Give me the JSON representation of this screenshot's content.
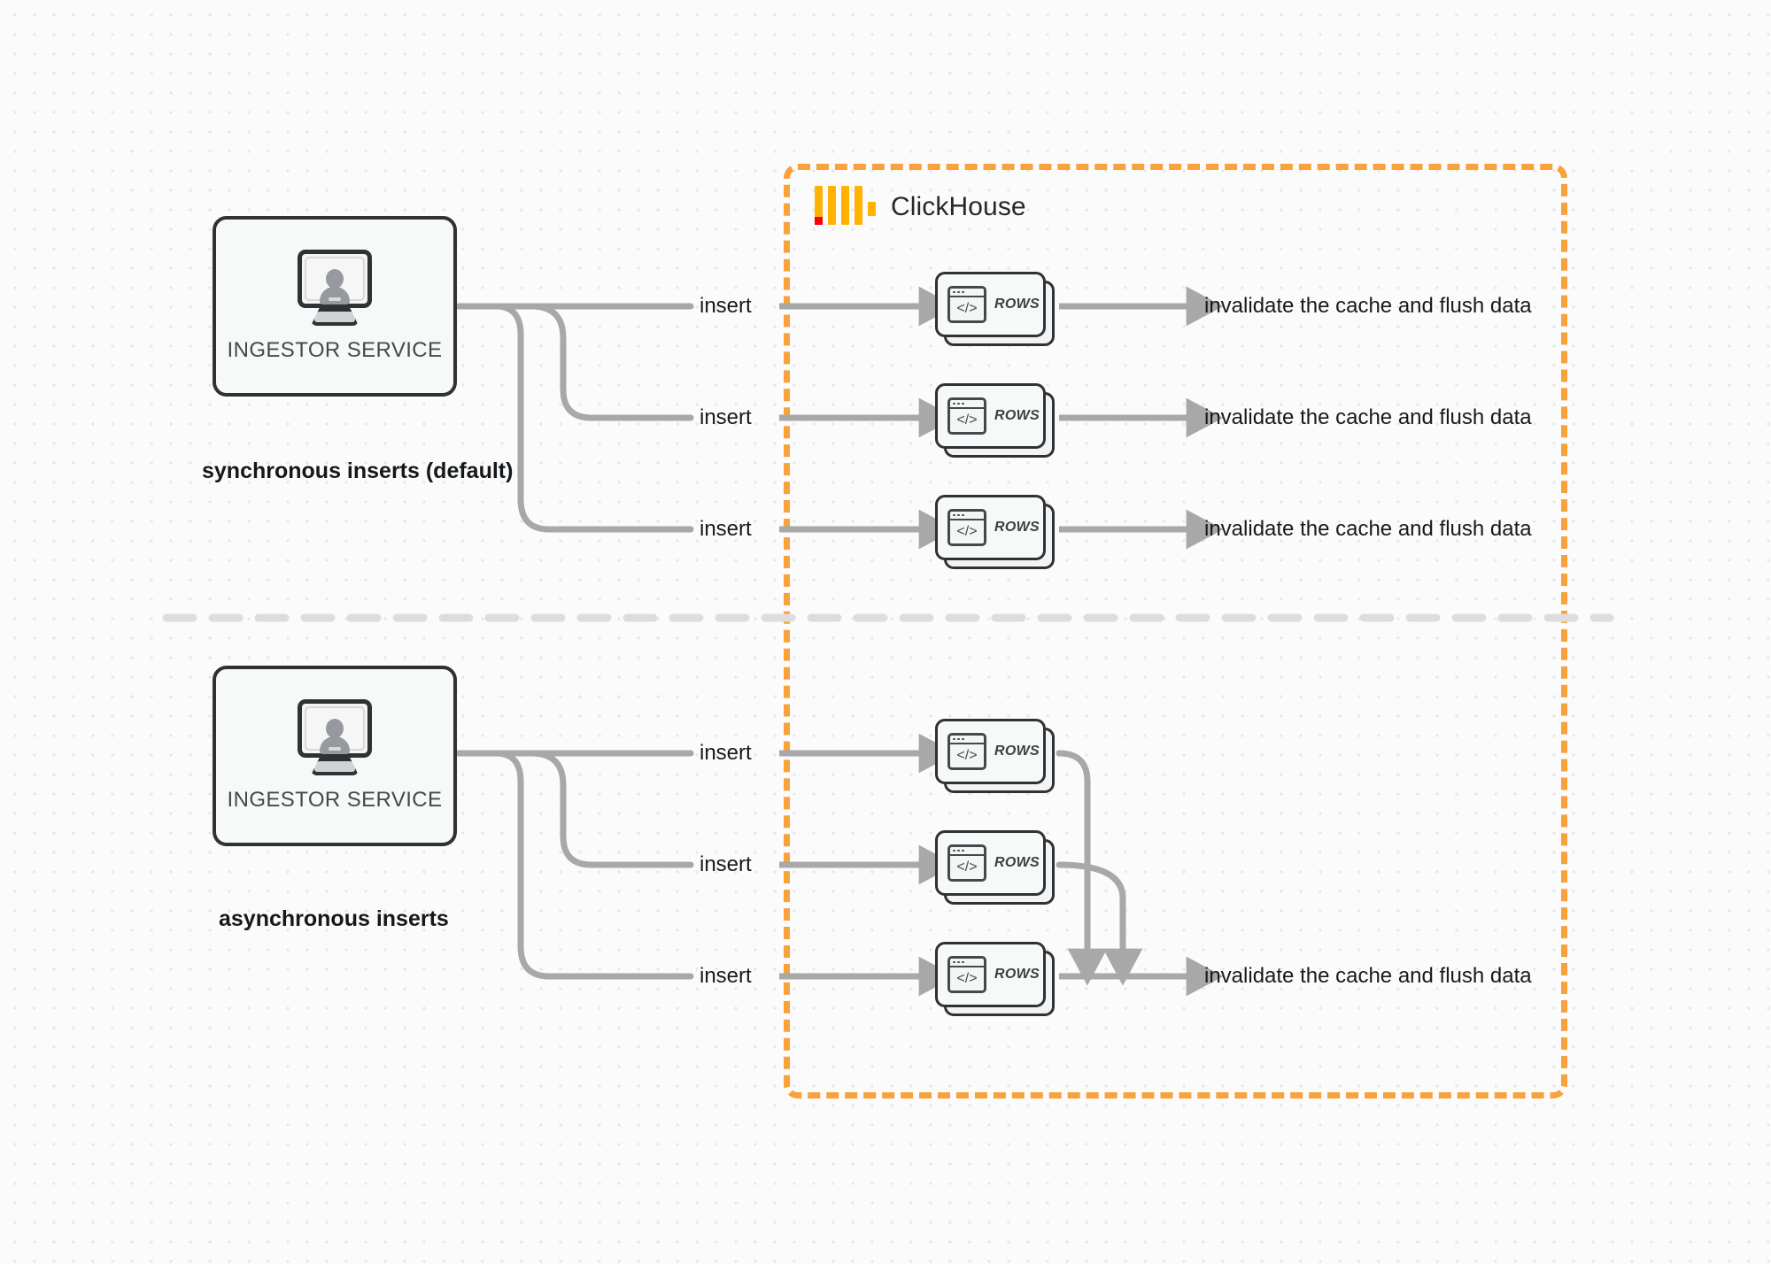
{
  "diagram": {
    "title": "ClickHouse synchronous vs asynchronous inserts",
    "colors": {
      "boundary": "#f9a13a",
      "logo_yellow": "#ffb300",
      "logo_red": "#ff0000",
      "node_border": "#2e3236",
      "wire": "#a8a8a8",
      "background": "#fbfbfb"
    }
  },
  "clickhouse": {
    "label": "ClickHouse",
    "logo_name": "clickhouse-logo"
  },
  "sections": [
    {
      "id": "synchronous",
      "caption": "synchronous inserts (default)",
      "ingestor": {
        "label": "INGESTOR SERVICE",
        "icon": "monitor-user-icon"
      },
      "flows": [
        {
          "insert_label": "insert",
          "node_label": "ROWS",
          "result_label": "invalidate the cache and flush data"
        },
        {
          "insert_label": "insert",
          "node_label": "ROWS",
          "result_label": "invalidate the cache and flush data"
        },
        {
          "insert_label": "insert",
          "node_label": "ROWS",
          "result_label": "invalidate the cache and flush data"
        }
      ]
    },
    {
      "id": "asynchronous",
      "caption": "asynchronous inserts",
      "ingestor": {
        "label": "INGESTOR SERVICE",
        "icon": "monitor-user-icon"
      },
      "flows": [
        {
          "insert_label": "insert",
          "node_label": "ROWS"
        },
        {
          "insert_label": "insert",
          "node_label": "ROWS"
        },
        {
          "insert_label": "insert",
          "node_label": "ROWS"
        }
      ],
      "merged_result_label": "invalidate the cache and flush data"
    }
  ]
}
